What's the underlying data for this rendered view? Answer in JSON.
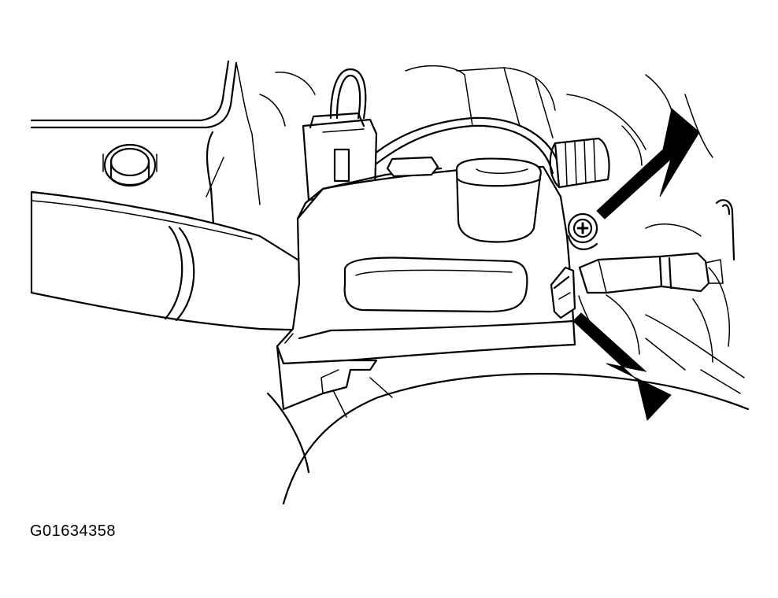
{
  "figure": {
    "id_label": "G01634358"
  },
  "colors": {
    "ink": "#000000",
    "paper": "#ffffff"
  },
  "callouts": [
    {
      "name": "upper-arrow",
      "points_to": "mounting-screw"
    },
    {
      "name": "lower-arrow",
      "points_to": "retaining-clip"
    }
  ]
}
